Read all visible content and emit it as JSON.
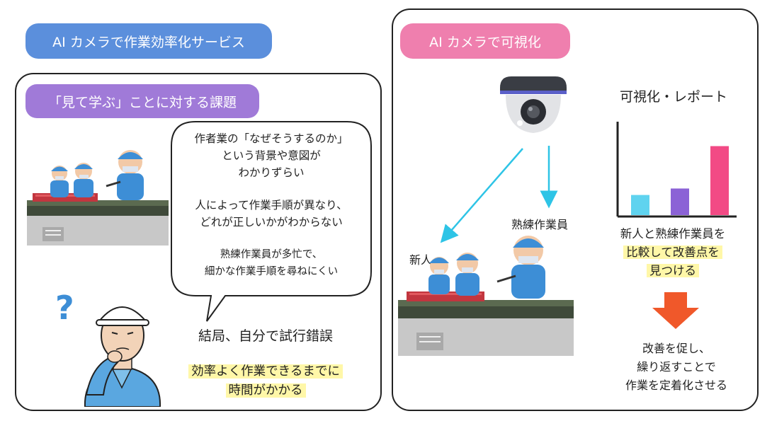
{
  "main_title": "AI カメラで作業効率化サービス",
  "left": {
    "heading": "「見て学ぶ」ことに対する課題",
    "bubble_lines": [
      [
        "作者業の「なぜそうするのか」",
        "という背景や意図が",
        "わかりずらい"
      ],
      [
        "人によって作業手順が異なり、",
        "どれが正しいかがわからない"
      ],
      [
        "熟練作業員が多忙で、",
        "細かな作業手順を尋ねにくい"
      ]
    ],
    "conclusion": "結局、自分で試行錯誤",
    "result_lines": [
      "効率よく作業できるまでに",
      "時間がかかる"
    ],
    "question_mark": "?"
  },
  "right": {
    "heading": "AI カメラで可視化",
    "label_novice": "新人",
    "label_expert": "熟練作業員",
    "report_title": "可視化・レポート",
    "compare_lines": [
      "新人と熟練作業員を",
      "比較して改善点を",
      "見つける"
    ],
    "outcome_lines": [
      "改善を促し、",
      "繰り返すことで",
      "作業を定着化させる"
    ]
  },
  "colors": {
    "title_pill": "#5b8fdc",
    "left_heading_pill": "#a07ad8",
    "right_heading_pill": "#ef7fae",
    "highlight": "#fff7a8",
    "arrow_cyan": "#2ec4e6",
    "arrow_orange": "#f0582a",
    "worker_blue": "#3d8ed6"
  },
  "chart_data": {
    "type": "bar",
    "title": "",
    "categories": [
      "",
      "",
      ""
    ],
    "values": [
      28,
      37,
      96
    ],
    "colors": [
      "#5fd3ef",
      "#8b62d6",
      "#f24a85"
    ],
    "ylim": [
      0,
      130
    ],
    "grid": false
  }
}
